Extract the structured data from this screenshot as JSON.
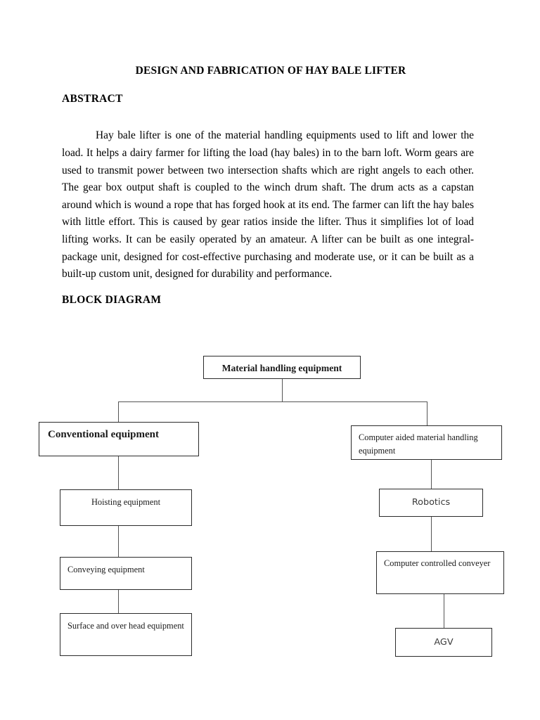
{
  "document": {
    "title": "DESIGN AND FABRICATION OF HAY BALE LIFTER",
    "sections": {
      "abstract_heading": "ABSTRACT",
      "abstract_body": "Hay bale lifter is one of the material handling equipments used to lift and lower the load. It helps a dairy farmer for lifting the load (hay bales) in to the barn loft. Worm gears are used to transmit power between two intersection shafts which are right angels to each other. The gear box output shaft is coupled to the winch drum shaft. The drum acts as a capstan around which is wound a rope that has forged hook at its end. The farmer can lift the hay bales with little effort. This is caused by gear ratios inside the lifter. Thus it simplifies lot of load lifting works. It can be easily operated by an amateur. A lifter can be built as one integral-package unit, designed for cost-effective purchasing and moderate use, or it can be built as a built-up custom unit, designed for durability and performance.",
      "block_diagram_heading": "BLOCK DIAGRAM"
    }
  },
  "diagram": {
    "root": {
      "label": "Material handling equipment"
    },
    "branches": {
      "conventional": {
        "label": "Conventional equipment"
      },
      "computer_aided": {
        "label": "Computer aided material handling equipment"
      }
    },
    "conventional_children": [
      {
        "label": "Hoisting equipment"
      },
      {
        "label": "Conveying equipment"
      },
      {
        "label": "Surface and over head equipment"
      }
    ],
    "computer_aided_children": [
      {
        "label": "Robotics"
      },
      {
        "label": "Computer controlled conveyer"
      },
      {
        "label": "AGV"
      }
    ]
  },
  "colors": {
    "page_background": "#ffffff",
    "text": "#000000",
    "box_border": "#2b2b2b",
    "connector_line": "#555555"
  }
}
